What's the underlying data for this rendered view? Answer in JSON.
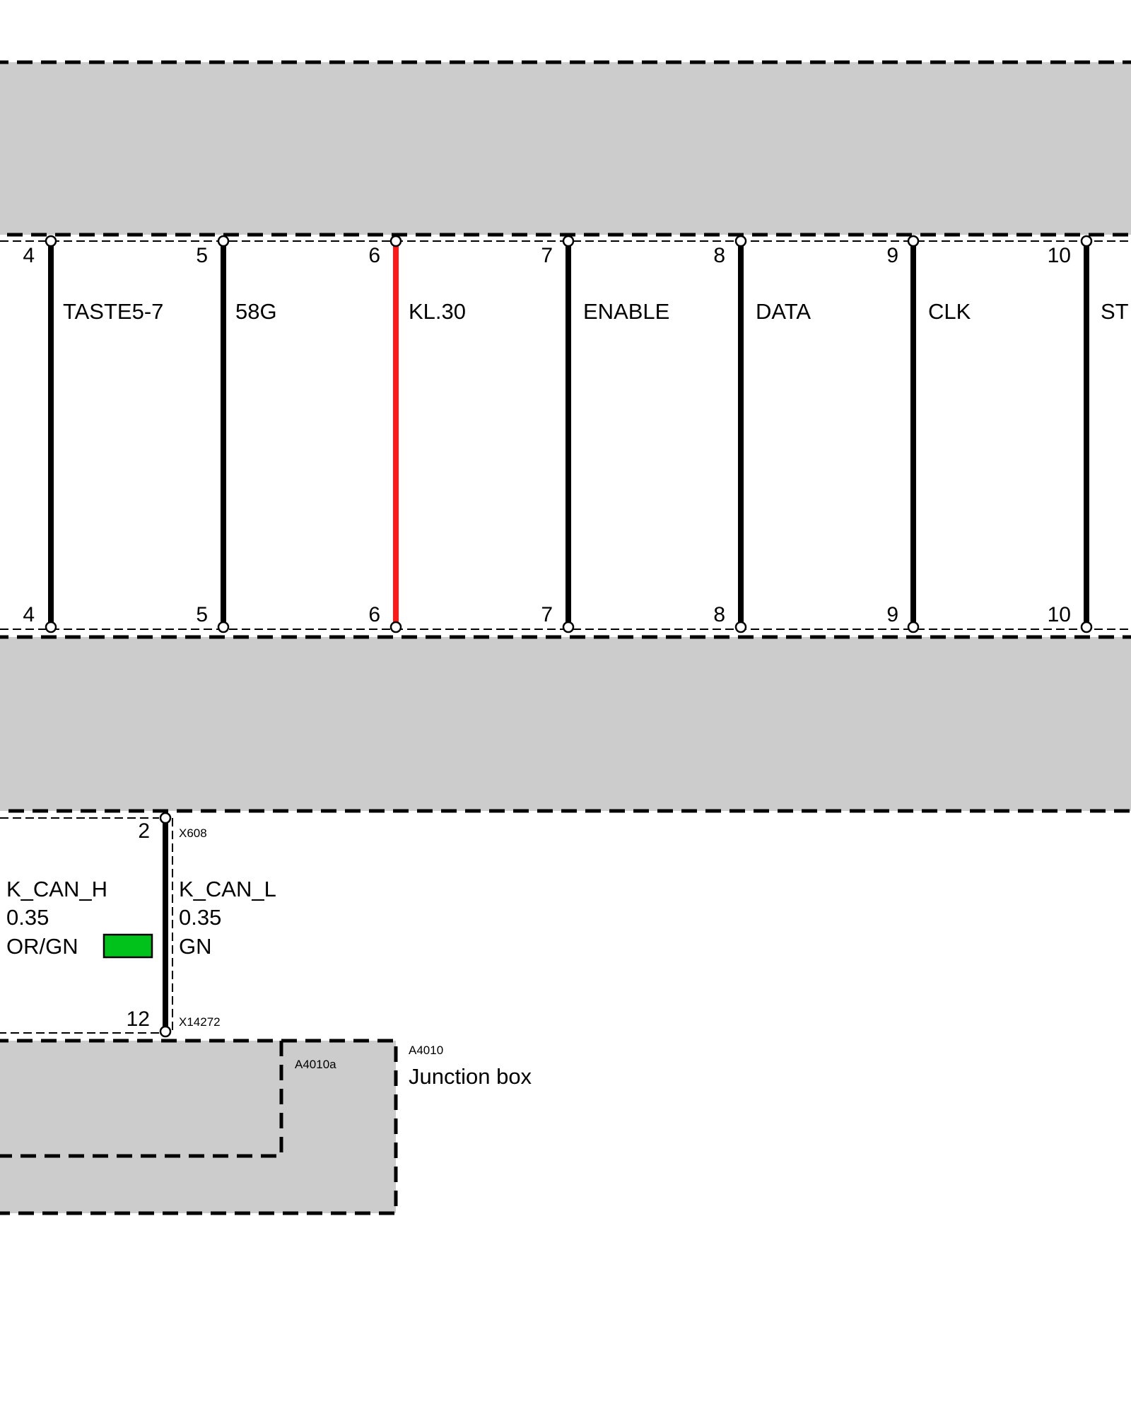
{
  "diagram": {
    "wires": [
      {
        "pin_top": "4",
        "pin_bottom": "4",
        "signal": "TASTE5-7",
        "color": "#000000"
      },
      {
        "pin_top": "5",
        "pin_bottom": "5",
        "signal": "58G",
        "color": "#000000"
      },
      {
        "pin_top": "6",
        "pin_bottom": "6",
        "signal": "KL.30",
        "color": "#ff1a1a"
      },
      {
        "pin_top": "7",
        "pin_bottom": "7",
        "signal": "ENABLE",
        "color": "#000000"
      },
      {
        "pin_top": "8",
        "pin_bottom": "8",
        "signal": "DATA",
        "color": "#000000"
      },
      {
        "pin_top": "9",
        "pin_bottom": "9",
        "signal": "CLK",
        "color": "#000000"
      },
      {
        "pin_top": "10",
        "pin_bottom": "10",
        "signal": "ST",
        "color": "#000000"
      }
    ],
    "can_link": {
      "pin_top": "2",
      "pin_bottom": "12",
      "connector_top": "X608",
      "connector_bottom": "X14272",
      "left_wire": {
        "name": "K_CAN_H",
        "gauge": "0.35",
        "color_code": "OR/GN"
      },
      "right_wire": {
        "name": "K_CAN_L",
        "gauge": "0.35",
        "color_code": "GN"
      },
      "swatch_color": "#00c21a"
    },
    "junction_box": {
      "code": "A4010",
      "sub_code": "A4010a",
      "name": "Junction box"
    },
    "colors": {
      "component_fill": "#cccccc",
      "wire_default": "#000000",
      "wire_kl30": "#ff1a1a",
      "swatch_gn": "#00c21a"
    }
  }
}
